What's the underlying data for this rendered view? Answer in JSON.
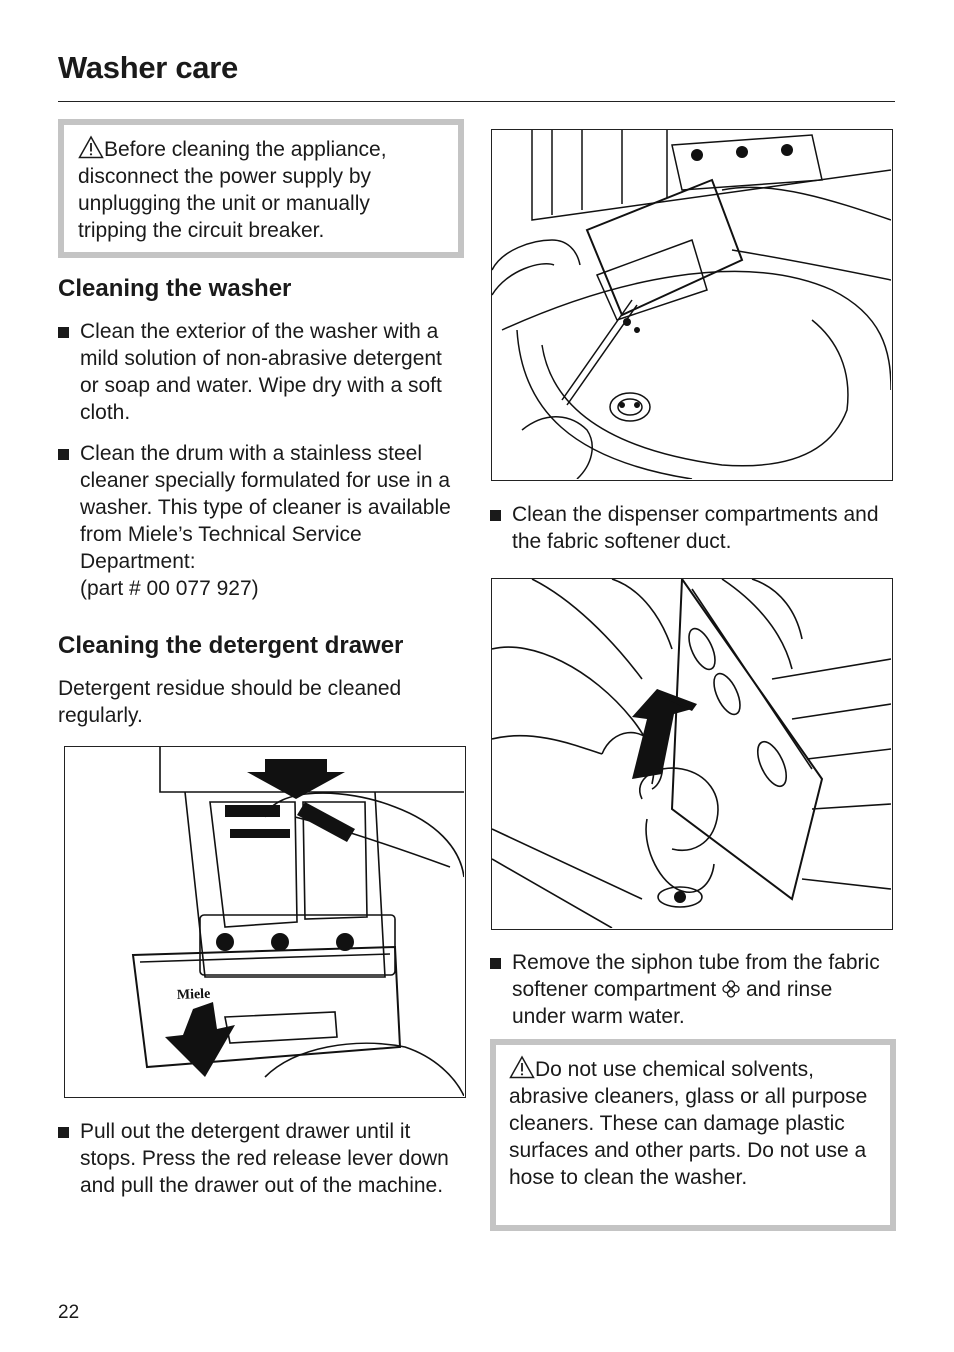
{
  "header": {
    "title": "Washer care"
  },
  "warning_top": {
    "text": "Before cleaning the appliance, disconnect the power supply by unplugging the unit or manually tripping the circuit breaker."
  },
  "cleaning_washer": {
    "heading": "Cleaning the washer",
    "bullets": [
      "Clean the exterior of the washer with a mild solution of non-abrasive detergent or soap and water. Wipe dry with a soft cloth.",
      "Clean the drum with a stainless steel cleaner specially formulated for use in a washer.  This type of cleaner is available from Miele’s Technical Service Department:",
      "(part # 00 077 927)"
    ]
  },
  "cleaning_drawer": {
    "heading": "Cleaning the detergent drawer",
    "intro": "Detergent residue should be cleaned regularly.",
    "bullet_pull": "Pull out the detergent drawer until it stops. Press the red release lever down and pull the drawer out of the machine.",
    "drawer_brand": "Miele"
  },
  "right_column": {
    "bullet_dispenser": "Clean the dispenser compartments and the fabric softener duct.",
    "bullet_siphon_a": "Remove the siphon tube from the fabric softener compartment",
    "bullet_siphon_b": "and rinse under warm water."
  },
  "warning_bottom": {
    "text": "Do not use chemical solvents, abrasive cleaners, glass or all purpose cleaners. These can damage plastic surfaces and other parts. Do not use a hose to clean the washer."
  },
  "footer": {
    "page_number": "22"
  },
  "icons": [
    "warning-triangle-icon",
    "fabric-softener-flower-icon"
  ]
}
